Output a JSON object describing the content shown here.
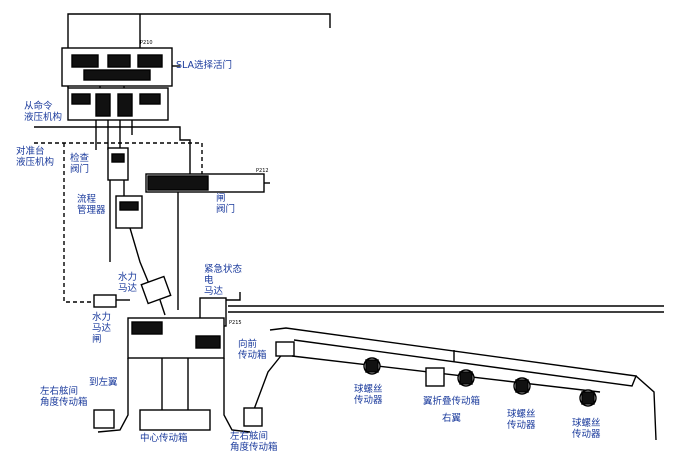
{
  "labels": {
    "sla_valve": "SLA选择活门",
    "from_cmd": "从命令\n液压机构",
    "to_coord": "对准台\n液压机构",
    "check_valve": "检查\n阀门",
    "flow_reg": "流程\n管理器",
    "shutoff": "闸\n阀门",
    "emergency_motor": "紧急状态\n电\n马达",
    "hyd_motor": "水力\n马达",
    "hyd_brake": "水力\n马达\n闸",
    "to_left": "到左翼",
    "left_asym": "左右舷间\n角度传动箱",
    "center": "中心传动箱",
    "right_asym": "左右舷间\n角度传动箱",
    "inbd_gb": "向前\n传动箱",
    "ballscrew1": "球螺丝\n传动器",
    "wing_fold": "翼折叠传动箱",
    "right_wing": "右翼",
    "ballscrew2": "球螺丝\n传动器",
    "ballscrew3": "球螺丝\n传动器"
  },
  "tags": {
    "p210": "P210",
    "p212": "P212",
    "p215": "P215"
  },
  "colors": {
    "label": "#1a3a9c",
    "line": "#000000"
  }
}
